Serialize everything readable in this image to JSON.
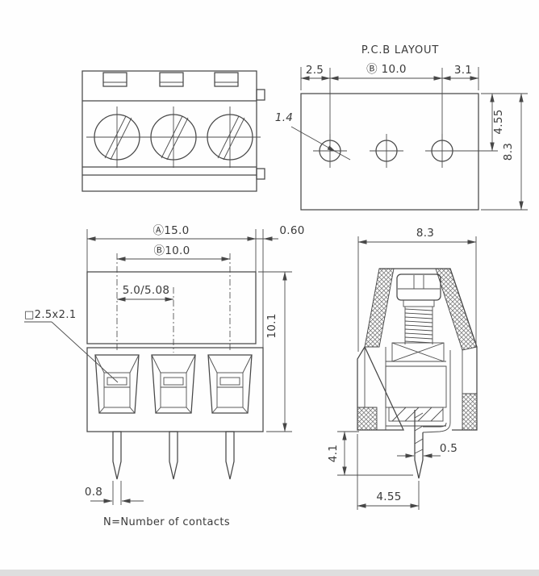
{
  "drawing": {
    "background": "#ffffff",
    "line_color": "#474747",
    "text_color": "#3a3a3a",
    "views": [
      "top-view",
      "pcb-layout",
      "front-view",
      "side-section"
    ]
  },
  "pcb_layout": {
    "title": "P.C.B LAYOUT",
    "dim_left_margin": "2.5",
    "dim_hole_pitch": "Ⓑ 10.0",
    "dim_right_margin": "3.1",
    "dim_hole_diameter": "1.4",
    "dim_hole_offset": "4.55",
    "dim_board_height": "8.3"
  },
  "front_view": {
    "dim_overall_width": "Ⓐ15.0",
    "dim_edge_offset": "0.60",
    "dim_outer_pitch": "Ⓑ10.0",
    "dim_pitch": "5.0/5.08",
    "dim_wire_opening": "□2.5x2.1",
    "dim_body_height": "10.1",
    "dim_pin_width": "0.8"
  },
  "side_view": {
    "dim_body_depth": "8.3",
    "dim_pin_length": "4.1",
    "dim_pin_thickness": "0.5",
    "dim_pin_position": "4.55"
  },
  "footnote": "N=Number of contacts"
}
